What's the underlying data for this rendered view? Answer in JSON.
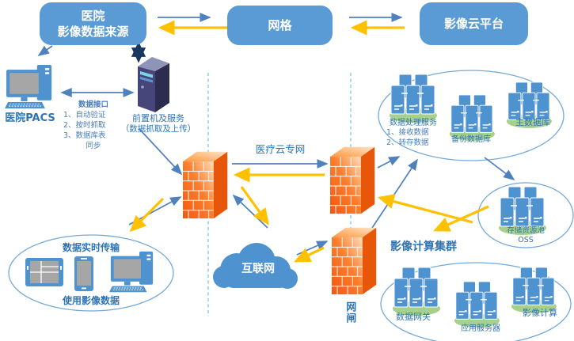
{
  "boxes": {
    "source": "医院\n影像数据来源",
    "grid": "网格",
    "cloud_platform": "影像云平台"
  },
  "left": {
    "pacs": "医院PACS",
    "interface_title": "数据接口",
    "interface_items": [
      "1、自动验证",
      "2、按时抓取",
      "3、数据库表",
      "同步"
    ],
    "frontend_line1": "前置机及服务",
    "frontend_line2": "（数据抓取及上传）"
  },
  "network": {
    "medical_private": "医疗云专网",
    "internet": "互联网",
    "gatekeeper": "网闸"
  },
  "platform": {
    "processing_title": "数据处理服务",
    "processing_items": [
      "1、接收数据",
      "2、转存数据"
    ],
    "backup_db": "备份数据库",
    "main_db": "主数据库",
    "oss_line1": "存储资源池",
    "oss_line2": "OSS",
    "compute_title": "影像计算集群",
    "gateway": "数据网关",
    "app_server": "应用服务器",
    "image_compute": "影像计算"
  },
  "consumer": {
    "top": "数据实时传输",
    "bottom": "使用影像数据"
  },
  "colors": {
    "box_blue": "#5B9BD5",
    "arrow_blue": "#4F81BD",
    "arrow_yellow": "#FFC000",
    "firewall_orange": "#F4560E",
    "text_blue": "#2E74B5",
    "dashed_line": "#92CDDC",
    "server_blue": "#4E92D0",
    "base_green": "#A8D08D"
  }
}
